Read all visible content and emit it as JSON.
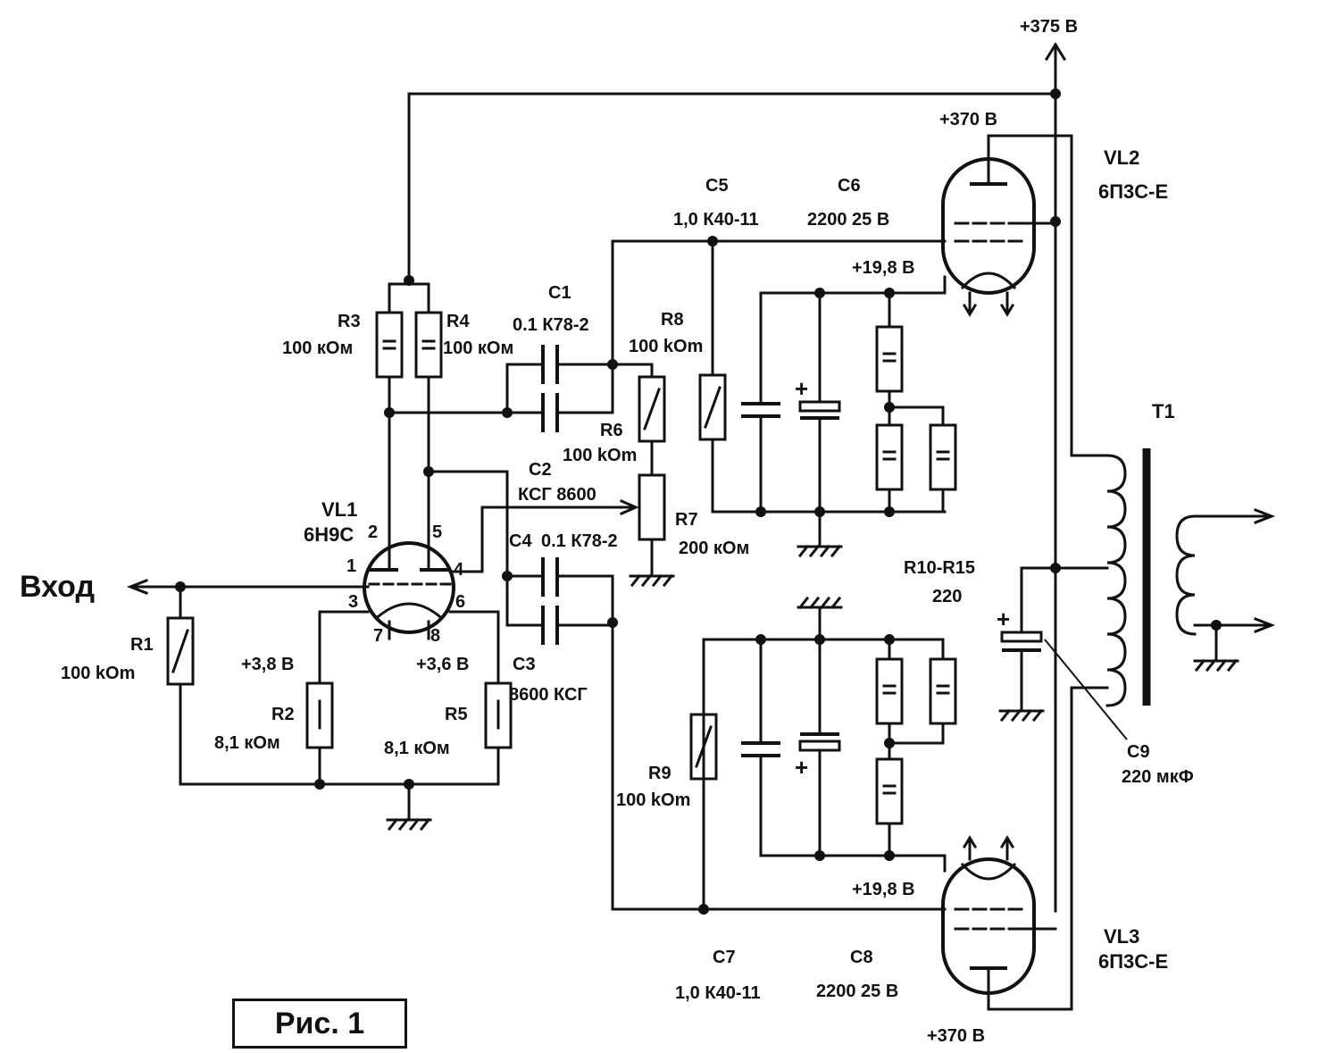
{
  "caption": "Рис. 1",
  "supply": {
    "main": "+375 В"
  },
  "input_label": "Вход",
  "tubes": {
    "vl1": {
      "ref": "VL1",
      "type": "6Н9С",
      "pins": [
        "1",
        "2",
        "3",
        "4",
        "5",
        "6",
        "7",
        "8"
      ]
    },
    "vl2": {
      "ref": "VL2",
      "type": "6П3С-Е",
      "anode_v": "+370 В",
      "cathode_v": "+19,8 В"
    },
    "vl3": {
      "ref": "VL3",
      "type": "6П3С-Е",
      "anode_v": "+370 В",
      "cathode_v": "+19,8 В"
    }
  },
  "voltages": {
    "cath_left": "+3,8 В",
    "cath_right": "+3,6 В"
  },
  "resistors": {
    "r1": {
      "ref": "R1",
      "value": "100 kOm"
    },
    "r2": {
      "ref": "R2",
      "value": "8,1 кОм"
    },
    "r3": {
      "ref": "R3",
      "value": "100 кОм"
    },
    "r4": {
      "ref": "R4",
      "value": "100 кОм"
    },
    "r5": {
      "ref": "R5",
      "value": "8,1 кОм"
    },
    "r6": {
      "ref": "R6",
      "value": "100 kOm"
    },
    "r7": {
      "ref": "R7",
      "value": "200 кОм"
    },
    "r8": {
      "ref": "R8",
      "value": "100 kOm"
    },
    "r9": {
      "ref": "R9",
      "value": "100 kOm"
    },
    "r10_15": {
      "ref": "R10-R15",
      "value": "220"
    }
  },
  "capacitors": {
    "c1": {
      "ref": "C1",
      "value": "0.1 К78-2"
    },
    "c2": {
      "ref": "C2",
      "value": "КСГ 8600"
    },
    "c3": {
      "ref": "C3",
      "value": "8600 КСГ"
    },
    "c4": {
      "ref": "C4",
      "value": "0.1 К78-2"
    },
    "c5": {
      "ref": "C5",
      "value": "1,0   К40-11"
    },
    "c6": {
      "ref": "C6",
      "value": "2200 25 В"
    },
    "c7": {
      "ref": "C7",
      "value": "1,0   К40-11"
    },
    "c8": {
      "ref": "C8",
      "value": "2200 25 В"
    },
    "c9": {
      "ref": "C9",
      "value": "220 мкФ"
    }
  },
  "transformer": {
    "ref": "T1"
  }
}
